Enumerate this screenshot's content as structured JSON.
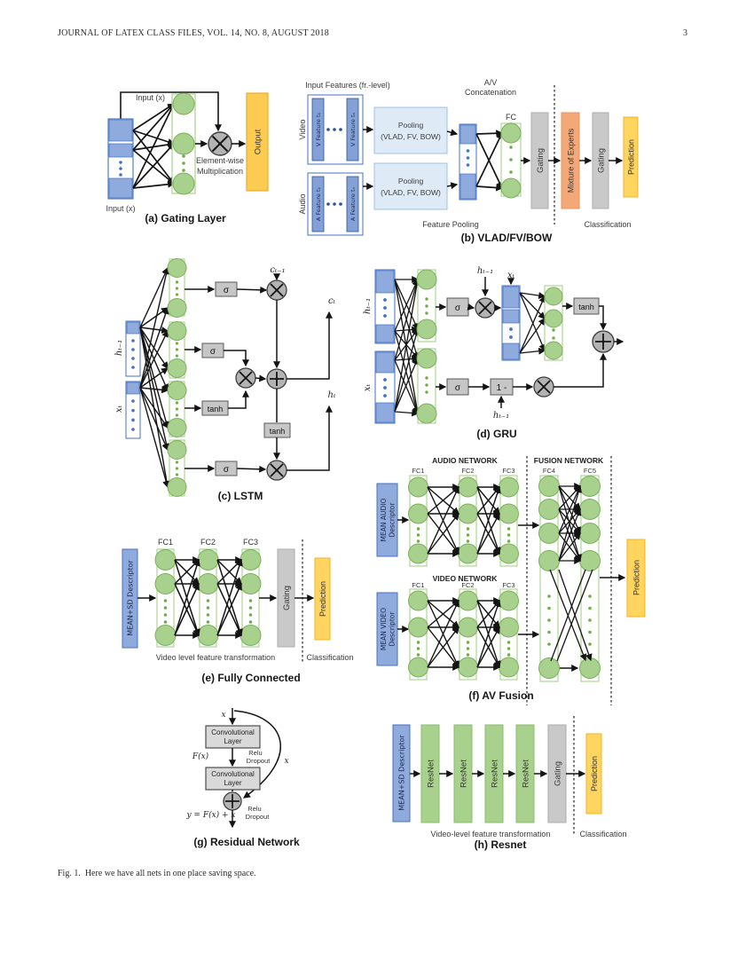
{
  "page": {
    "header": "JOURNAL OF LATEX CLASS FILES, VOL. 14, NO. 8, AUGUST 2018",
    "page_number": "3",
    "figure_caption": "Fig. 1.  Here we have all nets in one place saving space."
  },
  "colors": {
    "blue": "#8FAADC",
    "light_blue": "#DEEBF7",
    "green": "#A9D18E",
    "gray": "#C6C6C6",
    "orange": "#F4A878",
    "yellow": "#FFD45F"
  },
  "labels": {
    "sigma": "σ",
    "tanh": "tanh",
    "gating": "Gating",
    "prediction": "Prediction",
    "classification": "Classification",
    "fc1": "FC1",
    "fc2": "FC2",
    "fc3": "FC3"
  },
  "panel_a": {
    "caption": "(a) Gating Layer",
    "input": "Input (x)",
    "elementwise_1": "Element-wise",
    "elementwise_2": "Multiplication",
    "output": "Output"
  },
  "panel_b": {
    "caption": "(b) VLAD/FV/BOW",
    "title": "Input Features (fr.-level)",
    "video": "Video",
    "audio": "Audio",
    "v_feature_1": "V Feature t₁",
    "v_feature_n": "V Feature tₙ",
    "a_feature_1": "A Feature t₁",
    "a_feature_n": "A Feature tₙ",
    "pooling": "Pooling",
    "pooling_methods": "(VLAD, FV, BOW)",
    "av_1": "A/V",
    "av_2": "Concatenation",
    "fc": "FC",
    "moe": "Mixture of Experts",
    "feature_pooling": "Feature Pooling"
  },
  "panel_c": {
    "caption": "(c) LSTM",
    "h_prev": "hₜ₋₁",
    "x_t": "xₜ",
    "c_prev": "cₜ₋₁",
    "c_t": "cₜ",
    "h_t": "hₜ"
  },
  "panel_d": {
    "caption": "(d) GRU",
    "h_prev": "hₜ₋₁",
    "x_t": "xₜ",
    "one_minus": "1 -"
  },
  "panel_e": {
    "caption": "(e) Fully Connected",
    "descriptor": "MEAN+SD Descriptor",
    "transform": "Video level feature transformation"
  },
  "panel_f": {
    "caption": "(f) AV Fusion",
    "audio_network": "AUDIO NETWORK",
    "video_network": "VIDEO NETWORK",
    "fusion_network": "FUSION NETWORK",
    "fc4": "FC4",
    "fc5": "FC5",
    "mean_audio_1": "MEAN AUDIO",
    "mean_video_1": "MEAN VIDEO",
    "descriptor_2": "Descriptor"
  },
  "panel_g": {
    "caption": "(g) Residual Network",
    "x": "x",
    "conv_1": "Convolutional",
    "conv_2": "Layer",
    "relu": "Relu",
    "dropout": "Dropout",
    "fx": "F(x)",
    "y_eq": "y = F(x) + x"
  },
  "panel_h": {
    "caption": "(h) Resnet",
    "descriptor": "MEAN+SD Descriptor",
    "resnet": "ResNet",
    "transform": "Video-level feature transformation"
  }
}
